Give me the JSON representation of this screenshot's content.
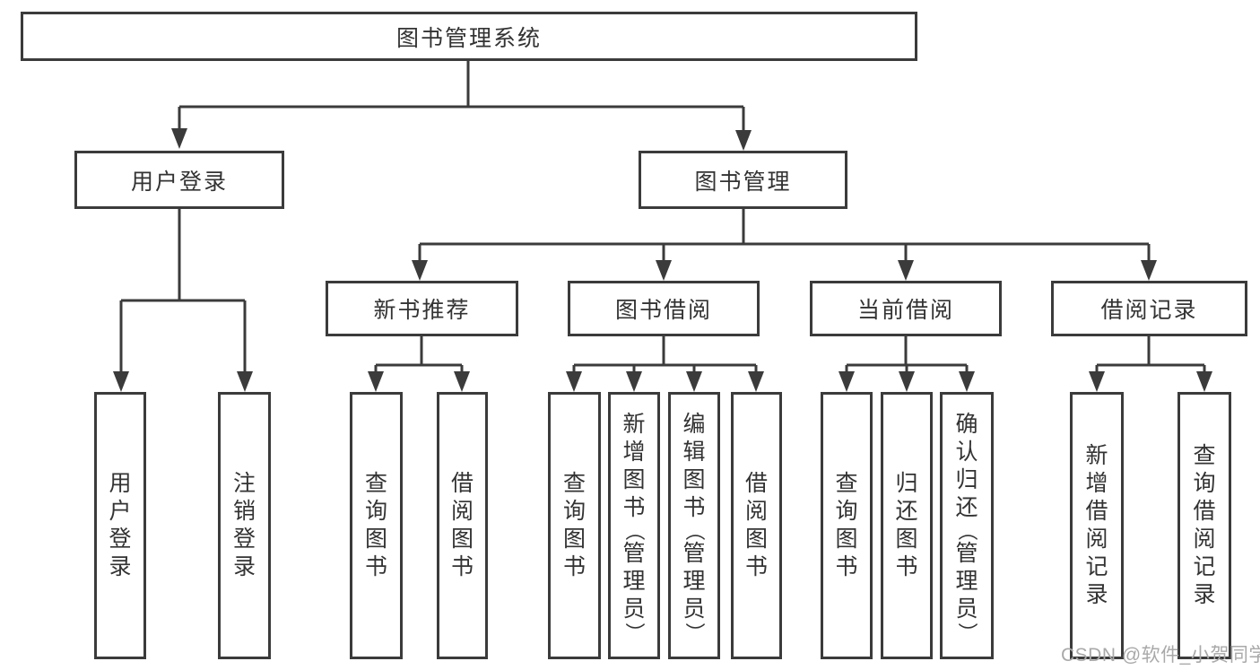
{
  "diagram": {
    "root": {
      "label": "图书管理系统"
    },
    "level2": [
      {
        "label": "用户登录"
      },
      {
        "label": "图书管理"
      }
    ],
    "level3": [
      {
        "label": "新书推荐"
      },
      {
        "label": "图书借阅"
      },
      {
        "label": "当前借阅"
      },
      {
        "label": "借阅记录"
      }
    ],
    "leaves": [
      "用户登录",
      "注销登录",
      "查询图书",
      "借阅图书",
      "查询图书",
      "新增图书（管理员）",
      "编辑图书（管理员）",
      "借阅图书",
      "查询图书",
      "归还图书",
      "确认归还（管理员）",
      "新增借阅记录",
      "查询借阅记录"
    ]
  },
  "watermark": "CSDN @软件_小贺同学",
  "colors": {
    "line": "#3b3b3b",
    "box_border": "#3b3b3b",
    "text": "#333333",
    "watermark": "#a9a9a9",
    "background": "#ffffff"
  }
}
